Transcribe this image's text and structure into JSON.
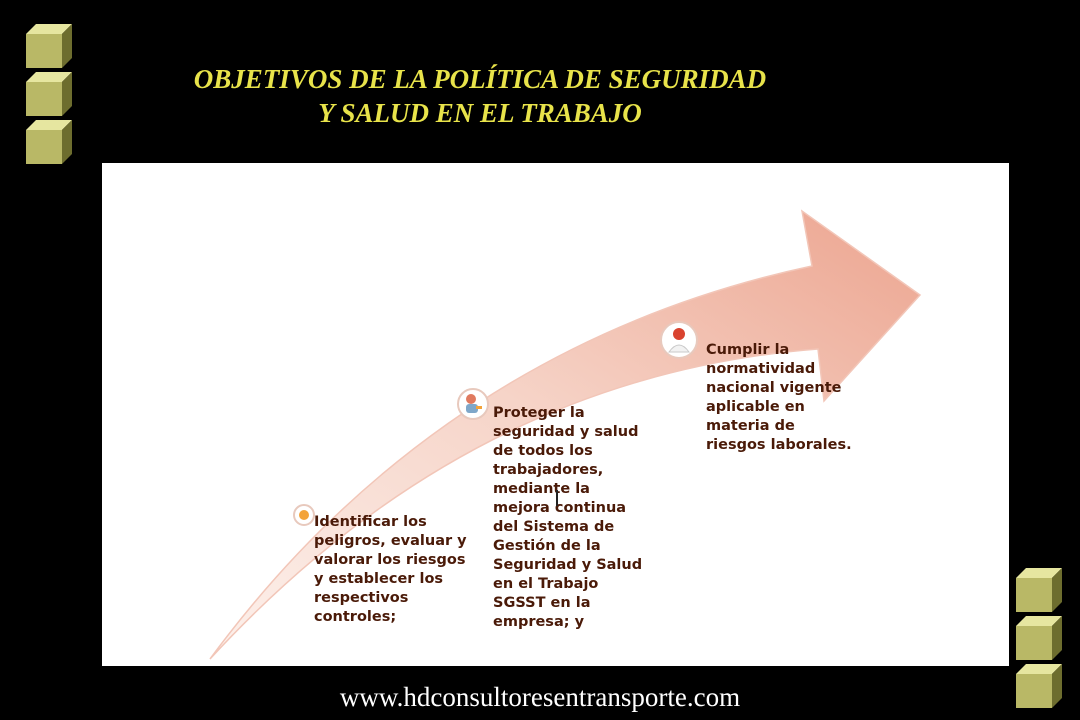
{
  "slide": {
    "title_line1": "OBJETIVOS DE LA POLÍTICA DE SEGURIDAD",
    "title_line2": "Y SALUD EN EL TRABAJO",
    "footer_url": "www.hdconsultoresentransporte.com"
  },
  "steps": [
    {
      "icon": "bullet-icon",
      "text": "Identificar los\npeligros, evaluar y\nvalorar los riesgos\ny establecer los\nrespectivos\ncontroles;"
    },
    {
      "icon": "worker-icon",
      "text": "Proteger la\nseguridad y salud\nde todos los\ntrabajadores,\nmediante la\nmejora continua\ndel Sistema de\nGestión de la\nSeguridad y Salud\nen el Trabajo\nSGSST en la\nempresa; y"
    },
    {
      "icon": "person-icon",
      "text": "Cumplir la\nnormatividad\nnacional vigente\naplicable en\nmateria de\nriesgos laborales."
    }
  ],
  "colors": {
    "title": "#e8e34a",
    "background": "#000000",
    "arrow_light": "#fbe8e2",
    "arrow_dark": "#e9a592",
    "step_text": "#4a1a08",
    "cube_face": "#c9c873"
  }
}
